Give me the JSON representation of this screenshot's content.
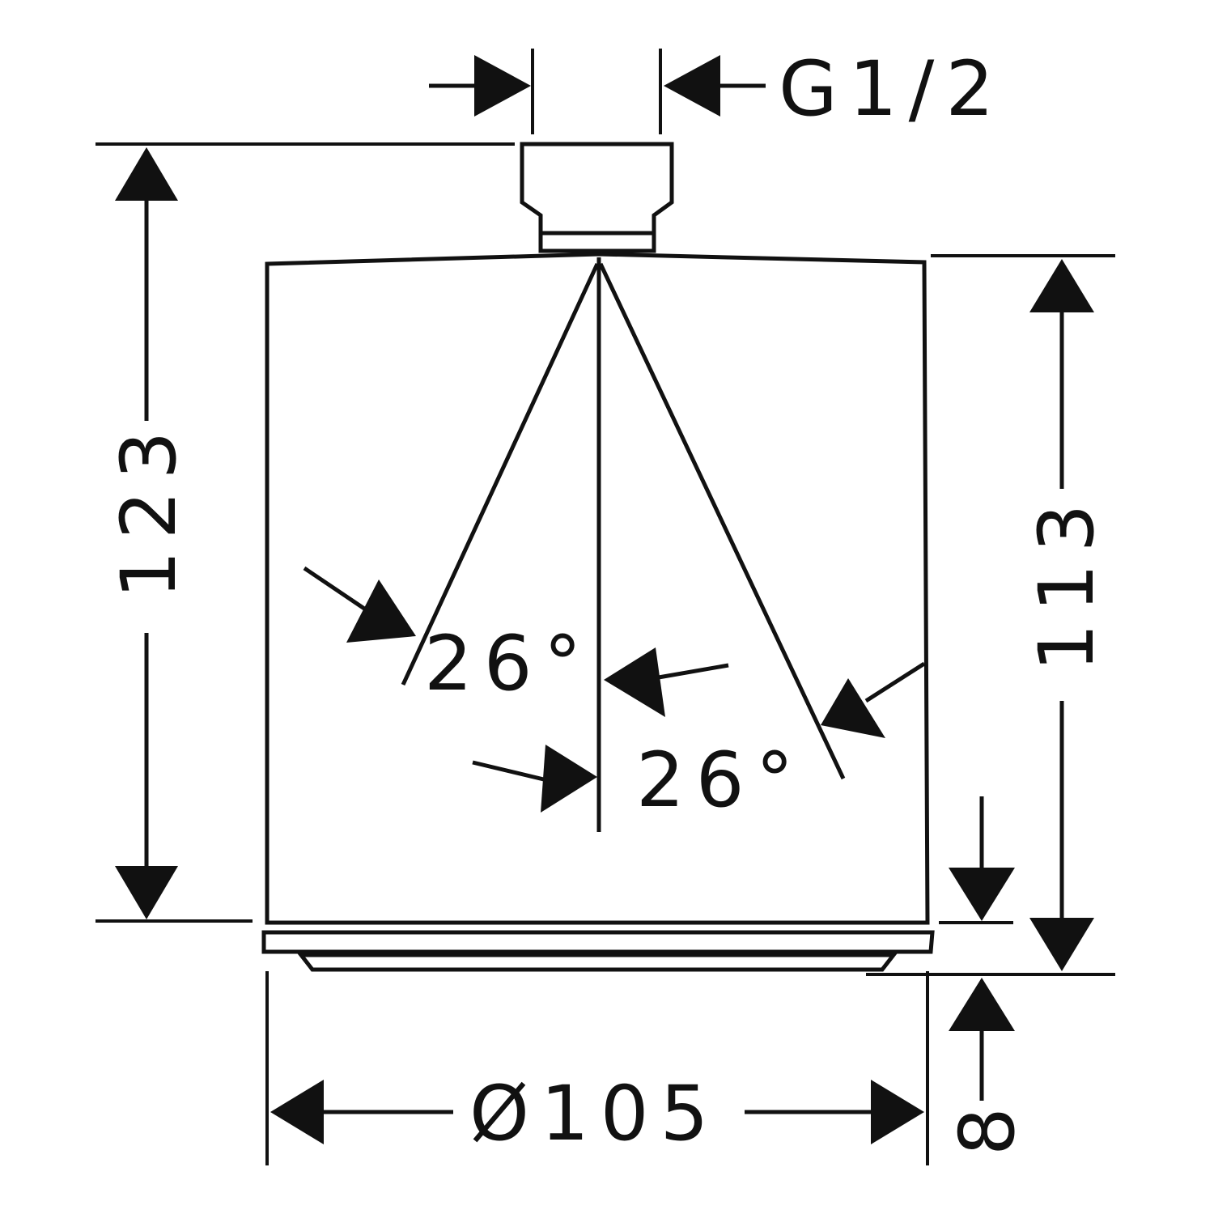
{
  "dimensions": {
    "thread": "G1/2",
    "total_height": "123",
    "body_height": "113",
    "diameter": "Ø105",
    "bottom_offset": "8",
    "spray_angle_left": "26°",
    "spray_angle_right": "26°"
  },
  "colors": {
    "line": "#111111",
    "background": "#ffffff"
  }
}
